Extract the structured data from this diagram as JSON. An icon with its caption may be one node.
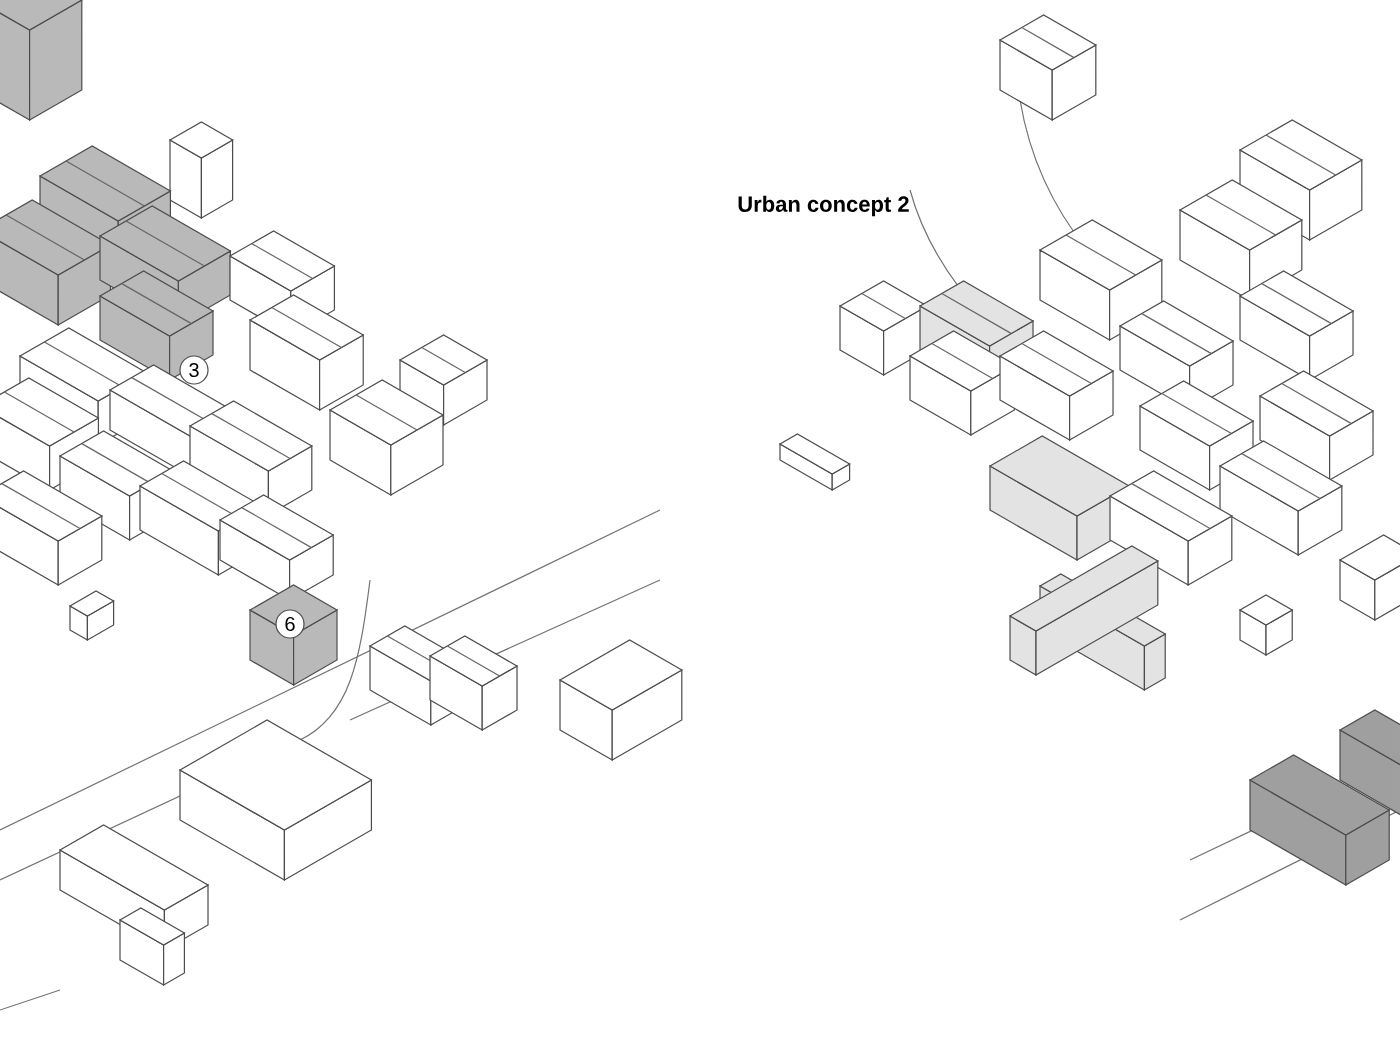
{
  "diagram": {
    "title": "Urban concept 2",
    "labels": [
      "3",
      "6"
    ]
  }
}
